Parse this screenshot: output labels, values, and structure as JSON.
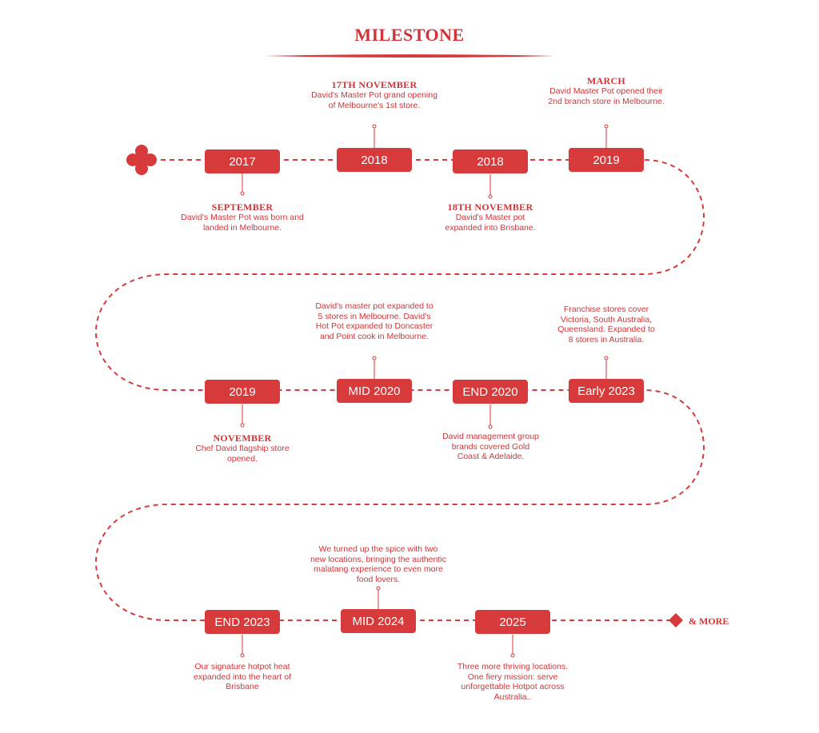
{
  "title": "MILESTONE",
  "accent_color": "#d63a3a",
  "end_label": "& MORE",
  "start_icon": "flower-icon",
  "end_icon": "diamond-icon",
  "milestones": [
    {
      "year": "2017",
      "heading": "SEPTEMBER",
      "text": "David's Master Pot was born and landed in Melbourne."
    },
    {
      "year": "2018",
      "heading": "17TH NOVEMBER",
      "text": "David's Master Pot grand opening of Melbourne's 1st store."
    },
    {
      "year": "2018",
      "heading": "18TH NOVEMBER",
      "text": "David's Master pot expanded into Brisbane."
    },
    {
      "year": "2019",
      "heading": "MARCH",
      "text": "David Master Pot opened their 2nd branch store in Melbourne."
    },
    {
      "year": "2019",
      "heading": "NOVEMBER",
      "text": "Chef David flagship store opened."
    },
    {
      "year": "MID 2020",
      "heading": "",
      "text": "David's master pot expanded to 5 stores in Melbourne. David's Hot Pot expanded to Doncaster and Point cook in Melbourne."
    },
    {
      "year": "END 2020",
      "heading": "",
      "text": "David management group brands covered Gold Coast & Adelaide."
    },
    {
      "year": "Early 2023",
      "heading": "",
      "text": "Franchise stores cover Victoria, South Australia, Queensland. Expanded to 8 stores in Australia."
    },
    {
      "year": "END 2023",
      "heading": "",
      "text": "Our signature hotpot heat expanded into the heart of Brisbane"
    },
    {
      "year": "MID 2024",
      "heading": "",
      "text": "We turned up the spice with two new locations, bringing the authentic malatang experience to even more food lovers."
    },
    {
      "year": "2025",
      "heading": "",
      "text": "Three more thriving locations. One fiery mission: serve unforgettable Hotpot across Australia.."
    }
  ]
}
